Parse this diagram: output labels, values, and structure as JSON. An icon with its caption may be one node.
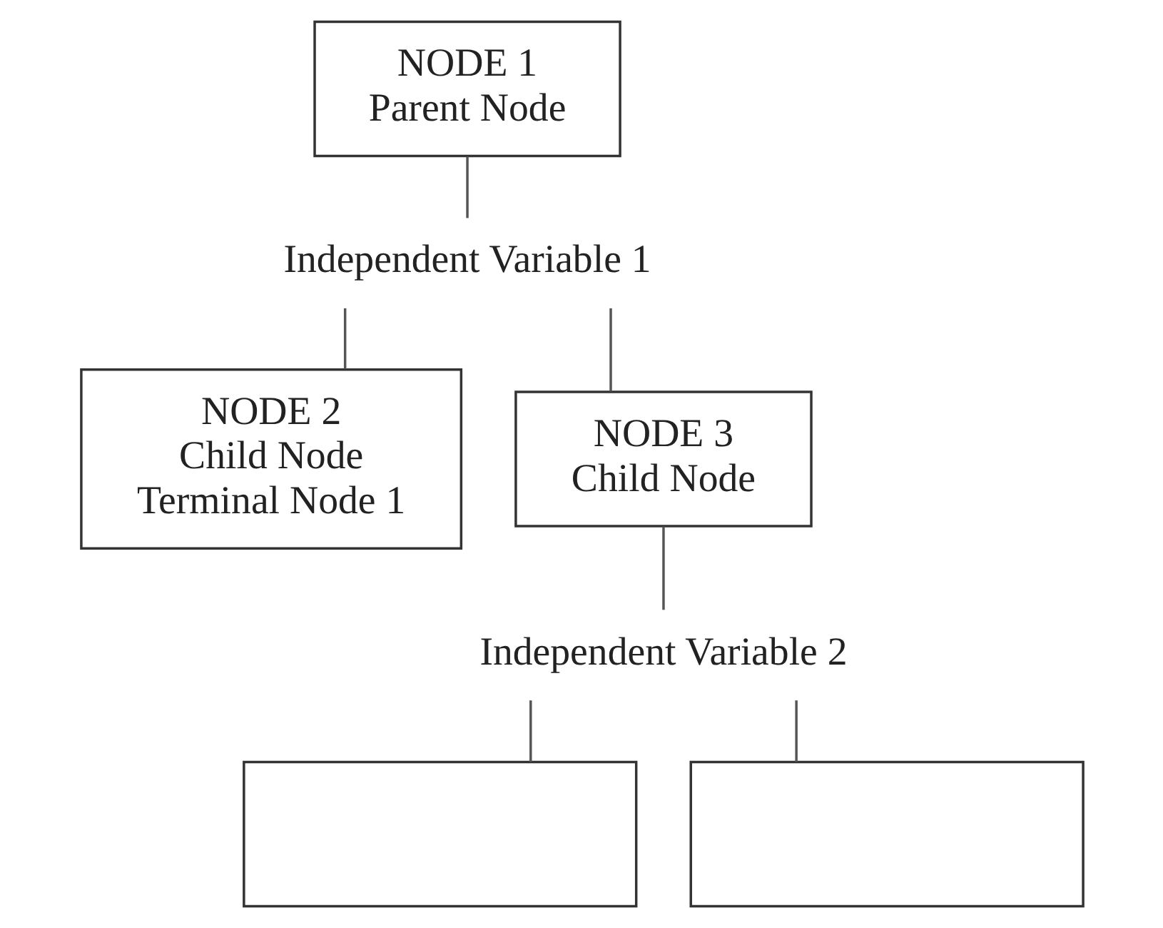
{
  "diagram": {
    "nodes": [
      {
        "text": [
          "NODE 1",
          "Parent Node"
        ]
      },
      {
        "text": [
          "Independent Variable 1"
        ]
      },
      {
        "text": [
          "NODE 2",
          "Child Node",
          "Terminal Node 1"
        ]
      },
      {
        "text": [
          "NODE 3",
          "Child Node"
        ]
      },
      {
        "text": [
          "Independent Variable 2"
        ]
      },
      {
        "text": [],
        "shape": "box"
      },
      {
        "text": [],
        "shape": "box"
      }
    ],
    "edges": [
      {
        "from": 0,
        "to": 1,
        "arrow": "none"
      },
      {
        "from": 1,
        "to": 2,
        "arrow": "none"
      },
      {
        "from": 1,
        "to": 3,
        "arrow": "none"
      },
      {
        "from": 3,
        "to": 4,
        "arrow": "none"
      },
      {
        "from": 4,
        "to": 5,
        "arrow": "none"
      },
      {
        "from": 4,
        "to": 6,
        "arrow": "none"
      }
    ]
  }
}
